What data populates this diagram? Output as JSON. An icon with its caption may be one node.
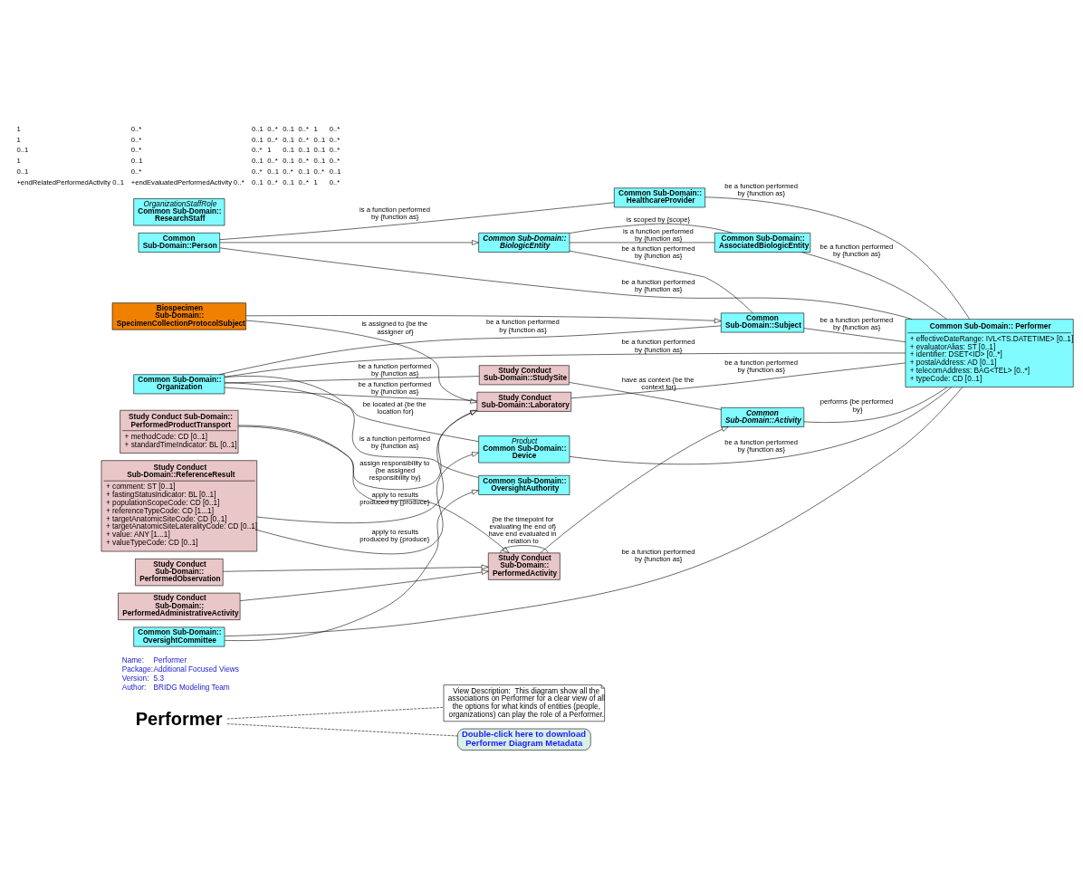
{
  "diagram": {
    "nodes": [
      {
        "text": [
          "Performer"
        ]
      },
      {
        "text": [
          "View Description:  This diagram show all the associations on Performer for a clear view of all the options for what kinds of entities (people, organizations) can play the role of a Performer."
        ]
      },
      {
        "text": [
          "Double-click here to download Performer Diagram Metadata"
        ]
      },
      {
        "text": [
          "Common Sub-Domain::Person"
        ]
      },
      {
        "text": [
          "Common Sub-Domain:: HealthcareProvider"
        ]
      },
      {
        "text": [
          "OrganizationStaffRole",
          "Common Sub-Domain:: ResearchStaff"
        ]
      },
      {
        "text": [
          "Common Sub-Domain:: Performer",
          "+ effectiveDateRange: IVL<TS.DATETIME> [0..1]",
          "+ evaluatorAlias: ST [0..1]",
          "+ identifier: DSET<ID> [0..*]",
          "+ postalAddress: AD [0..1]",
          "+ telecomAddress: BAG<TEL> [0..*]",
          "+ typeCode: CD [0..1]"
        ]
      },
      {
        "text": [
          "Common Sub-Domain:: BiologicEntity"
        ]
      },
      {
        "text": [
          "Common Sub-Domain:: AssociatedBiologicEntity"
        ]
      },
      {
        "text": [
          "Common Sub-Domain::Subject"
        ]
      },
      {
        "text": [
          "Biospecimen Sub-Domain:: SpecimenCollectionProtocolSubject"
        ]
      },
      {
        "text": [
          "Common Sub-Domain:: Organization"
        ]
      },
      {
        "text": [
          "Study Conduct Sub-Domain::Laboratory"
        ]
      },
      {
        "text": [
          "Common Sub-Domain:: OversightAuthority"
        ]
      },
      {
        "text": [
          "Common Sub-Domain:: OversightCommittee"
        ]
      },
      {
        "text": [
          "Product",
          "Common Sub-Domain:: Device"
        ]
      },
      {
        "text": [
          "Study Conduct Sub-Domain:: PerformedObservation"
        ]
      },
      {
        "text": [
          "Study Conduct Sub-Domain:: PerformedActivity"
        ]
      },
      {
        "text": [
          "Study Conduct Sub-Domain:: PerformedProductTransport",
          "+ methodCode: CD [0..1]",
          "+ standardTimeIndicator: BL [0..1]"
        ]
      },
      {
        "text": [
          "Study Conduct Sub-Domain:: PerformedAdministrativeActivity"
        ]
      },
      {
        "text": [
          "Study Conduct Sub-Domain::ReferenceResult",
          "+ comment: ST [0..1]",
          "+ fastingStatusIndicator: BL [0..1]",
          "+ populationScopeCode: CD [0..1]",
          "+ referenceTypeCode: CD [1...1]",
          "+ targetAnatomicSiteCode: CD [0..1]",
          "+ targetAnatomicSiteLateralityCode: CD [0..1]",
          "+ value: ANY [1...1]",
          "+ valueTypeCode: CD [0..1]"
        ]
      },
      {
        "text": [
          "Study Conduct Sub-Domain::StudySite"
        ]
      },
      {
        "text": [
          "Common Sub-Domain::Activity"
        ]
      }
    ],
    "edges": [
      {
        "from": 0,
        "to": 1,
        "arrow": "none",
        "style": "dashed"
      },
      {
        "from": 0,
        "to": 2,
        "arrow": "none",
        "style": "dashed"
      },
      {
        "from": 3,
        "to": 4,
        "arrow": "none",
        "label": "is a function performed by {function as}"
      },
      {
        "from": 4,
        "to": 6,
        "arrow": "none",
        "label": "be a function performed by {function as}"
      },
      {
        "from": 3,
        "to": 6,
        "arrow": "none",
        "label": "be a function performed by {function as}"
      },
      {
        "from": 3,
        "to": 7,
        "arrow": "to"
      },
      {
        "from": 7,
        "to": 8,
        "arrow": "none",
        "label": "is a function performed by {function as}"
      },
      {
        "from": 7,
        "to": 8,
        "arrow": "none",
        "label": "is scoped by {scope}"
      },
      {
        "from": 8,
        "to": 6,
        "arrow": "none",
        "label": "be a function performed by {function as}"
      },
      {
        "from": 7,
        "to": 9,
        "arrow": "none",
        "label": "be a function performed by {function as}"
      },
      {
        "from": 9,
        "to": 6,
        "arrow": "none",
        "label": "be a function performed by {function as}"
      },
      {
        "from": 10,
        "to": 9,
        "arrow": "to"
      },
      {
        "from": 11,
        "to": 9,
        "arrow": "none",
        "label": "be a function performed by {function as}"
      },
      {
        "from": 10,
        "to": 12,
        "arrow": "to",
        "label": "is assigned to {be the assigner of}"
      },
      {
        "from": 11,
        "to": 12,
        "arrow": "none",
        "label": "be a function performed by {function as}"
      },
      {
        "from": 12,
        "to": 6,
        "arrow": "none",
        "label": "be a function performed by {function as}"
      },
      {
        "from": 11,
        "to": 13,
        "arrow": "none",
        "label": "is a function performed by {function as}"
      },
      {
        "from": 14,
        "to": 13,
        "arrow": "to"
      },
      {
        "from": 14,
        "to": 6,
        "arrow": "none",
        "label": "be a function performed by {function as}"
      },
      {
        "from": 11,
        "to": 6,
        "arrow": "none",
        "label": "be a function performed by {function as}"
      },
      {
        "from": 11,
        "to": 15,
        "arrow": "none",
        "label": "be located at {be the location for}"
      },
      {
        "from": 15,
        "to": 6,
        "arrow": "none",
        "label": "be a function performed by {function as}"
      },
      {
        "from": 18,
        "to": 12,
        "arrow": "to",
        "label": "assign responsibility to {be assigned responsibility by}"
      },
      {
        "from": 20,
        "to": 15,
        "arrow": "to",
        "label": "apply to results produced by {produce}"
      },
      {
        "from": 20,
        "to": 12,
        "arrow": "to",
        "label": "apply to results produced by {produce}"
      },
      {
        "from": 17,
        "to": 17,
        "arrow": "none",
        "label": "{be the timepoint for evaluating the end of} have end evaluated in relation to"
      },
      {
        "from": 16,
        "to": 17,
        "arrow": "to"
      },
      {
        "from": 18,
        "to": 17,
        "arrow": "to"
      },
      {
        "from": 19,
        "to": 17,
        "arrow": "to"
      },
      {
        "from": 17,
        "to": 22,
        "arrow": "to"
      },
      {
        "from": 11,
        "to": 21,
        "arrow": "none",
        "label": "be a function performed by {function as}"
      },
      {
        "from": 21,
        "to": 22,
        "arrow": "none",
        "label": "have as context {be the context for}"
      },
      {
        "from": 22,
        "to": 6,
        "arrow": "none",
        "label": "performs {be performed by}"
      }
    ],
    "labels": [
      "Name:",
      "Performer",
      "Package:",
      "Additional Focused Views",
      "Version:",
      "5.3",
      "Author:",
      "BRIDG Modeling Team",
      "1",
      "0..*",
      "0..1",
      "0..*",
      "0..1",
      "0..*",
      "1",
      "0..*",
      "1",
      "0..*",
      "0..1",
      "0..*",
      "0..1",
      "0..*",
      "0..1",
      "0..*",
      "0..1",
      "0..*",
      "0..*",
      "1",
      "0..1",
      "0..1",
      "0..1",
      "0..*",
      "1",
      "0..1",
      "0..1",
      "0..*",
      "0..1",
      "0..*",
      "0..1",
      "0..*",
      "0..1",
      "0..*",
      "0..*",
      "0..1",
      "0..*",
      "0..1",
      "0..*",
      "0..1",
      "+endRelatedPerformedActivity 0..1",
      "+endEvaluatedPerformedActivity 0..*",
      "0..1",
      "0..*",
      "0..1",
      "0..*",
      "1",
      "0..*"
    ]
  }
}
